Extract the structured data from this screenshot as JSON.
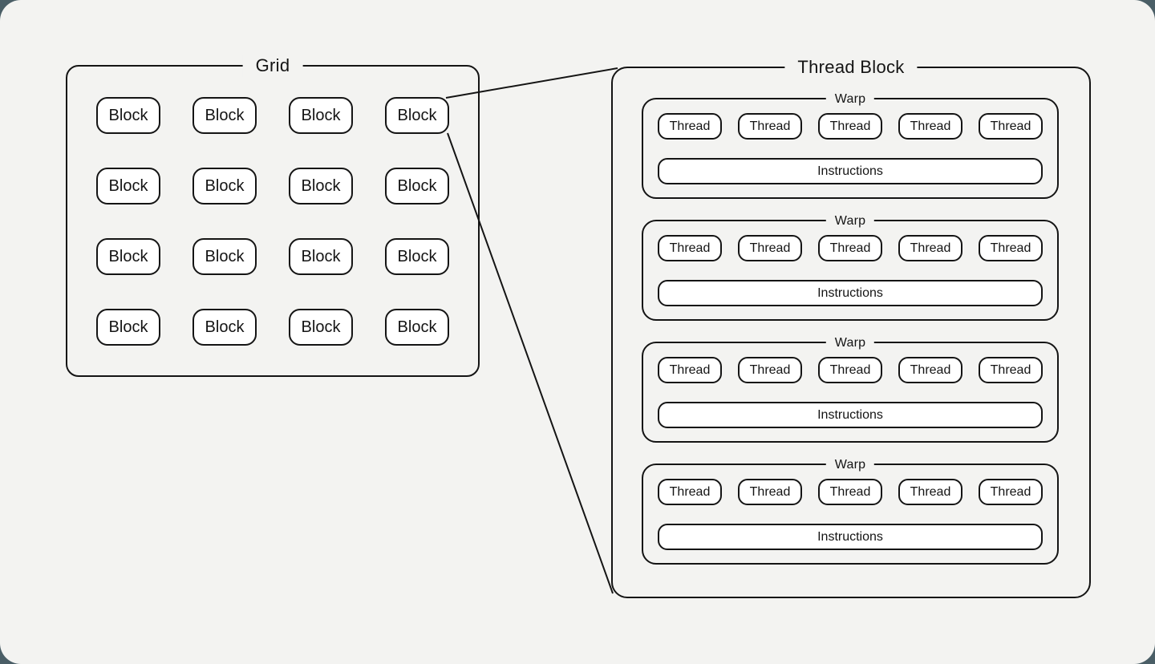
{
  "colors": {
    "page_bg": "#4a5e66",
    "canvas_bg": "#f3f3f1",
    "box_bg": "#ffffff",
    "line": "#141414",
    "text": "#141414"
  },
  "grid": {
    "title": "Grid",
    "blocks": [
      {
        "label": "Block"
      },
      {
        "label": "Block"
      },
      {
        "label": "Block"
      },
      {
        "label": "Block"
      },
      {
        "label": "Block"
      },
      {
        "label": "Block"
      },
      {
        "label": "Block"
      },
      {
        "label": "Block"
      },
      {
        "label": "Block"
      },
      {
        "label": "Block"
      },
      {
        "label": "Block"
      },
      {
        "label": "Block"
      },
      {
        "label": "Block"
      },
      {
        "label": "Block"
      },
      {
        "label": "Block"
      },
      {
        "label": "Block"
      }
    ]
  },
  "thread_block": {
    "title": "Thread Block",
    "warps": [
      {
        "title": "Warp",
        "threads": [
          "Thread",
          "Thread",
          "Thread",
          "Thread",
          "Thread"
        ],
        "instructions": "Instructions"
      },
      {
        "title": "Warp",
        "threads": [
          "Thread",
          "Thread",
          "Thread",
          "Thread",
          "Thread"
        ],
        "instructions": "Instructions"
      },
      {
        "title": "Warp",
        "threads": [
          "Thread",
          "Thread",
          "Thread",
          "Thread",
          "Thread"
        ],
        "instructions": "Instructions"
      },
      {
        "title": "Warp",
        "threads": [
          "Thread",
          "Thread",
          "Thread",
          "Thread",
          "Thread"
        ],
        "instructions": "Instructions"
      }
    ]
  }
}
